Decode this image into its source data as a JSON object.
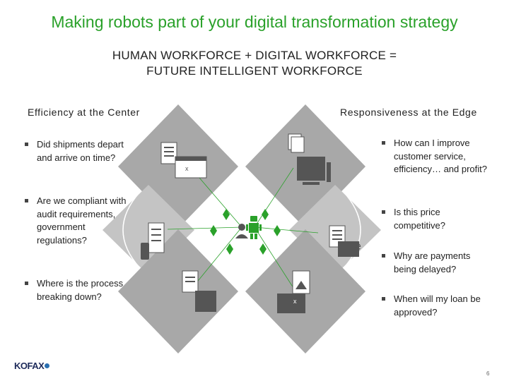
{
  "slide": {
    "title": "Making robots part of your digital transformation strategy",
    "subtitle_line1": "HUMAN WORKFORCE + DIGITAL WORKFORCE =",
    "subtitle_line2": "FUTURE INTELLIGENT WORKFORCE",
    "page_number": "6"
  },
  "left": {
    "heading": "Efficiency at the Center",
    "bullets": [
      "Did shipments depart and arrive on time?",
      "Are we compliant with audit requirements, government regulations?",
      "Where is the process breaking down?"
    ]
  },
  "right": {
    "heading": "Responsiveness at the Edge",
    "bullets": [
      "How can I improve customer service, efficiency… and profit?",
      "Is this price competitive?",
      "Why are payments being delayed?",
      "When will my loan be approved?"
    ]
  },
  "logo": {
    "text": "KOFAX"
  },
  "colors": {
    "title": "#2aa12a",
    "diamond": "#a8a8a8",
    "diamond_light": "#c4c4c4",
    "connector": "#2aa12a",
    "icon": "#555555"
  }
}
